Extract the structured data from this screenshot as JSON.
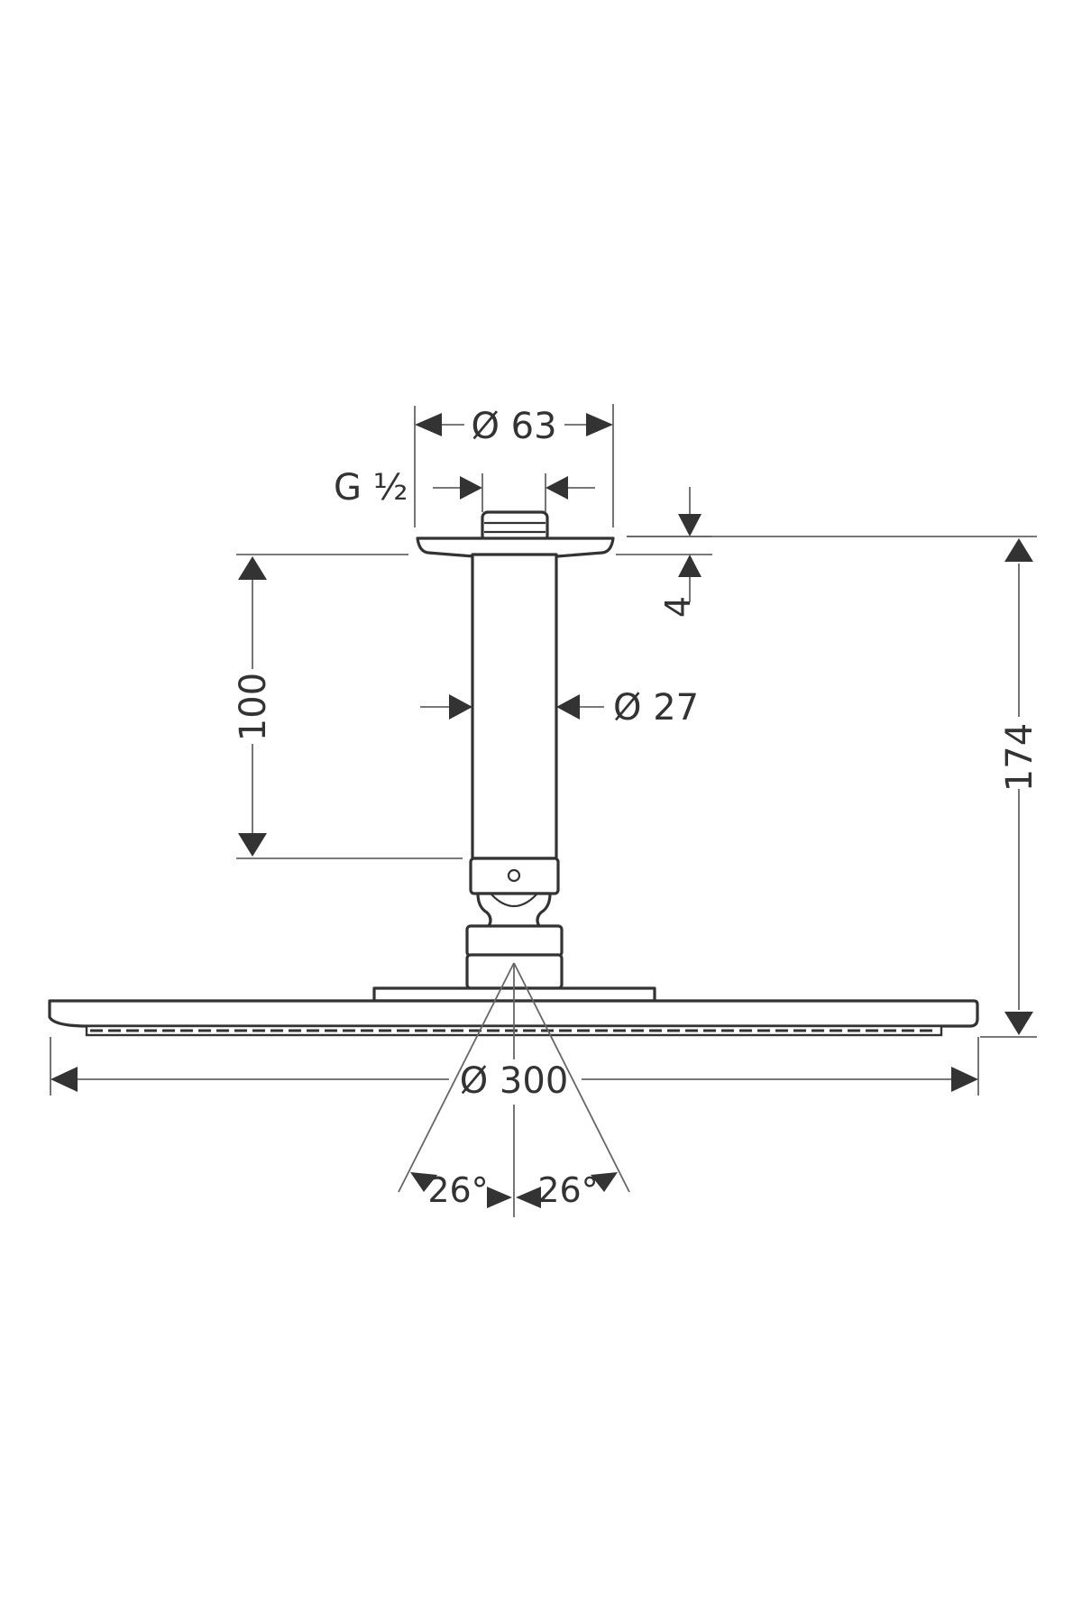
{
  "drawing": {
    "title": "Overhead shower head with ceiling connector — dimensional drawing",
    "units": "mm",
    "colors": {
      "line": "#333333",
      "dimension_line": "#666666",
      "background": "#ffffff"
    },
    "dimensions": {
      "flange_diameter": "Ø 63",
      "thread": "G ½",
      "flange_thickness": "4",
      "arm_length": "100",
      "arm_diameter": "Ø 27",
      "total_height": "174",
      "head_diameter": "Ø 300",
      "spray_angle_left": "26°",
      "spray_angle_right": "26°"
    }
  }
}
